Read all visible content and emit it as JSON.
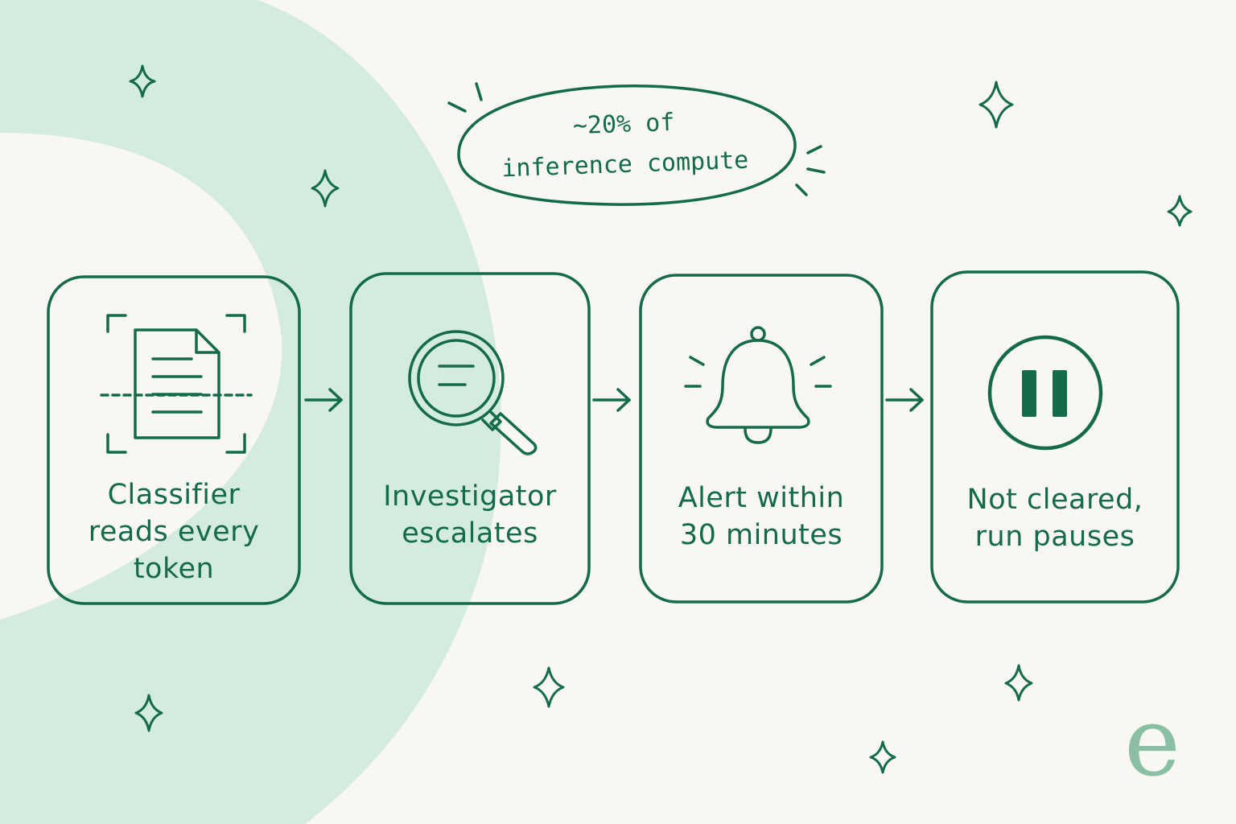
{
  "colors": {
    "background": "#f8f7f2",
    "accent_shape": "#d4ebdf",
    "ink": "#136b47",
    "brand_mark": "#8bbfa3"
  },
  "note": {
    "text": "~20% of\ninference compute",
    "icon": "burst-lines-icon"
  },
  "steps": [
    {
      "label": "Classifier reads every token",
      "icon": "document-scan-icon"
    },
    {
      "label": "Investigator escalates",
      "icon": "magnifying-glass-icon"
    },
    {
      "label": "Alert within 30 minutes",
      "icon": "bell-icon"
    },
    {
      "label": "Not cleared, run pauses",
      "icon": "pause-icon"
    }
  ],
  "connectors": [
    "arrow-right-icon",
    "arrow-right-icon",
    "arrow-right-icon"
  ],
  "brand": {
    "text": "e"
  }
}
